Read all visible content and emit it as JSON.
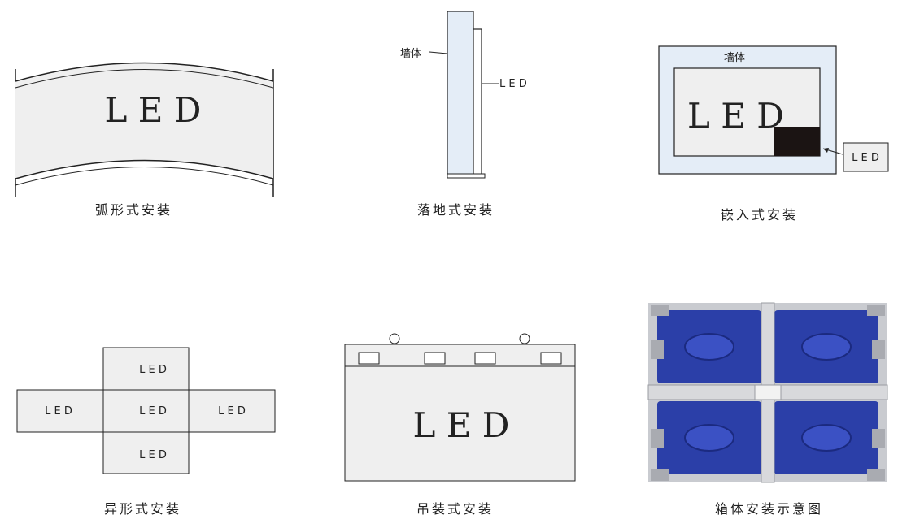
{
  "panels": {
    "arc": {
      "caption": "弧形式安装",
      "led": "L E D"
    },
    "floor": {
      "caption": "落地式安装",
      "wall_label": "墙体",
      "led_label": "L E D"
    },
    "embedded": {
      "caption": "嵌入式安装",
      "wall_label": "墙体",
      "led": "L E D",
      "led_label": "L E D"
    },
    "shaped": {
      "caption": "异形式安装",
      "top": "L E D",
      "left": "L E D",
      "center": "L E D",
      "right": "L E D",
      "bottom": "L E D"
    },
    "hanging": {
      "caption": "吊装式安装",
      "led": "L E D"
    },
    "cabinet": {
      "caption": "箱体安装示意图"
    }
  },
  "colors": {
    "panel_fill": "#efefef",
    "wall_fill": "#e4edf7",
    "stroke": "#222222",
    "cabinet_blue": "#2b3fa8",
    "cabinet_metal": "#c9cbd0",
    "dark_block": "#1b1413"
  }
}
